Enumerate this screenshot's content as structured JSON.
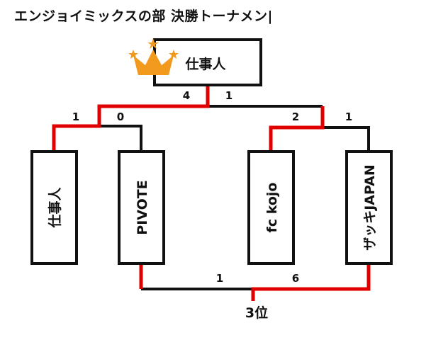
{
  "title": "エンジョイミックスの部 決勝トーナメン|",
  "champion": {
    "name": "仕事人",
    "icon": "crown-icon",
    "crown_color": "#f29a1e"
  },
  "teams": [
    "仕事人",
    "PIVOTE",
    "fc kojo",
    "ザッキJAPAN"
  ],
  "scores": {
    "final": [
      "4",
      "1"
    ],
    "semi_left": [
      "1",
      "0"
    ],
    "semi_right": [
      "2",
      "1"
    ],
    "third_place": [
      "1",
      "6"
    ]
  },
  "third_place_label": "3位",
  "colors": {
    "winner_line": "#e00000",
    "line": "#111111"
  }
}
